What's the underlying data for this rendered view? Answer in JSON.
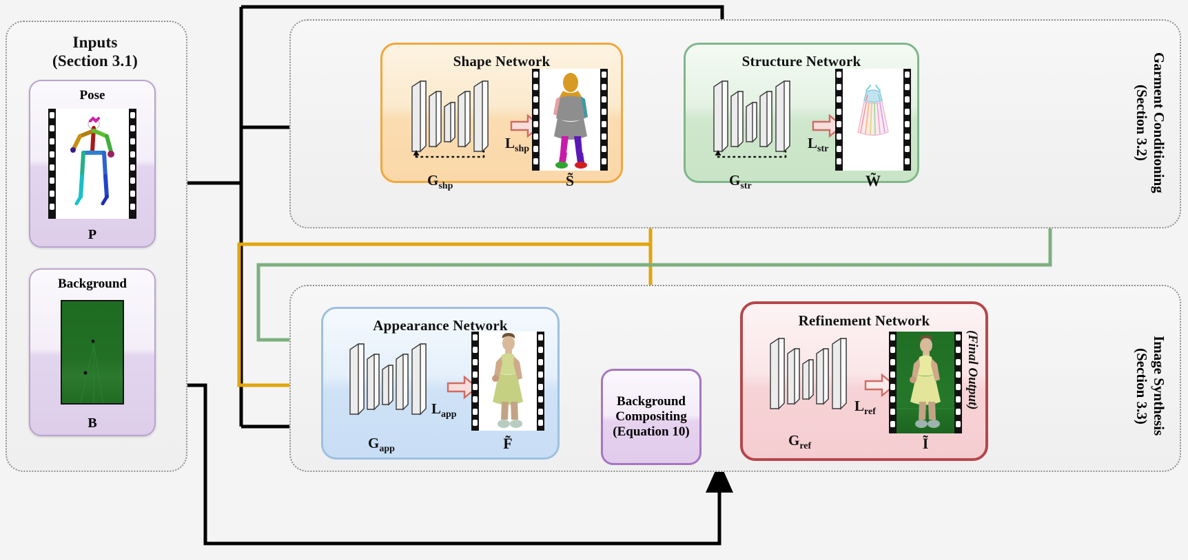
{
  "sections": {
    "inputs": {
      "title_line1": "Inputs",
      "title_line2": "(Section 3.1)"
    },
    "garment_conditioning": {
      "label": "Garment Conditioning\n(Section 3.2)"
    },
    "image_synthesis": {
      "label": "Image Synthesis\n(Section 3.3)"
    }
  },
  "inputs": {
    "pose": {
      "title": "Pose",
      "symbol": "P"
    },
    "background": {
      "title": "Background",
      "symbol": "B"
    }
  },
  "networks": {
    "shape": {
      "title": "Shape Network",
      "generator": "G",
      "generator_sub": "shp",
      "loss": "L",
      "loss_sub": "shp",
      "output": "S̃"
    },
    "structure": {
      "title": "Structure Network",
      "generator": "G",
      "generator_sub": "str",
      "loss": "L",
      "loss_sub": "str",
      "output": "W̃"
    },
    "appearance": {
      "title": "Appearance Network",
      "generator": "G",
      "generator_sub": "app",
      "loss": "L",
      "loss_sub": "app",
      "output": "F̃"
    },
    "refinement": {
      "title": "Refinement Network",
      "generator": "G",
      "generator_sub": "ref",
      "loss": "L",
      "loss_sub": "ref",
      "output": "Ĩ",
      "note": "(Final Output)"
    }
  },
  "compositing": {
    "line1": "Background",
    "line2": "Compositing",
    "line3": "(Equation 10)"
  },
  "colors": {
    "shape_card_border": "#f2a73b",
    "structure_card_border": "#7fb68a",
    "appearance_card_border": "#9dc0e0",
    "refinement_card_border": "#b5474a",
    "compositing_card_border": "#a676c0",
    "input_card_border": "#b9a3cd",
    "wire_black": "#000000",
    "wire_yellow": "#e0a50d",
    "wire_green": "#7cb07f",
    "wire_blue": "#7b9fc9",
    "block_arrow": "#e08f8a",
    "panel_border": "#8d8d8d"
  }
}
